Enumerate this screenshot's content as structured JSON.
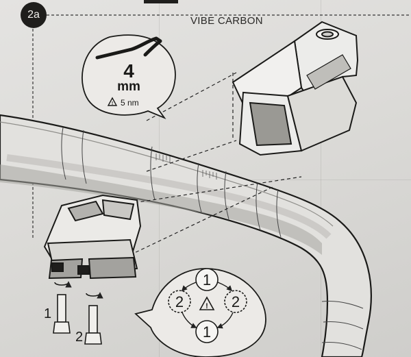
{
  "step": {
    "label": "2a"
  },
  "product": {
    "name": "VIBE CARBON"
  },
  "tool_callout": {
    "size_value": "4",
    "size_unit": "mm",
    "torque_label": "5 nm"
  },
  "bolt_labels": {
    "first": "1",
    "second": "2"
  },
  "sequence": {
    "top": "1",
    "bottom": "1",
    "left": "2",
    "right": "2"
  },
  "icons": [
    "hex-key-icon",
    "warning-triangle-icon",
    "rotation-arrow-icon"
  ]
}
